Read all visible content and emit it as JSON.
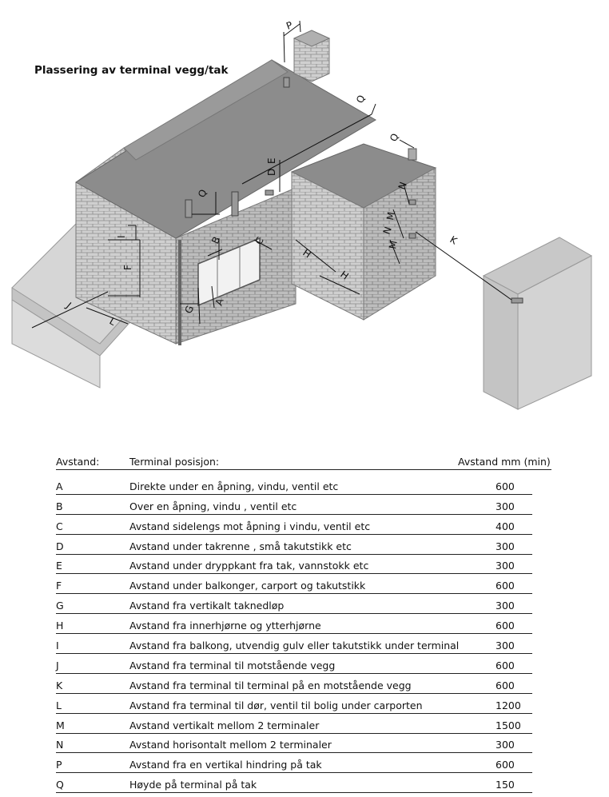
{
  "title": "Plassering av terminal vegg/tak",
  "labels": {
    "p": "P",
    "q1": "Q",
    "q2": "Q",
    "q3": "Q",
    "d": "D",
    "e": "E",
    "n1": "N",
    "n2": "N",
    "m1": "M",
    "m2": "M",
    "k": "K",
    "i": "I",
    "f": "F",
    "b": "B",
    "c": "C",
    "h1": "H",
    "h2": "H",
    "g": "G",
    "a": "A",
    "j": "J",
    "l": "L"
  },
  "table": {
    "headers": {
      "col1": "Avstand:",
      "col2": "Terminal posisjon:",
      "col3": "Avstand mm (min)"
    },
    "rows": [
      {
        "code": "A",
        "desc": "Direkte under en åpning, vindu, ventil etc",
        "mm": "600"
      },
      {
        "code": "B",
        "desc": "Over en åpning, vindu , ventil etc",
        "mm": "300"
      },
      {
        "code": "C",
        "desc": "Avstand sidelengs mot åpning i vindu, ventil etc",
        "mm": "400"
      },
      {
        "code": "D",
        "desc": "Avstand under takrenne , små takutstikk etc",
        "mm": "300"
      },
      {
        "code": "E",
        "desc": "Avstand under dryppkant fra tak, vannstokk etc",
        "mm": "300"
      },
      {
        "code": "F",
        "desc": "Avstand under balkonger, carport og takutstikk",
        "mm": "600"
      },
      {
        "code": "G",
        "desc": "Avstand fra vertikalt taknedløp",
        "mm": "300"
      },
      {
        "code": "H",
        "desc": "Avstand fra innerhjørne og ytterhjørne",
        "mm": "600"
      },
      {
        "code": "I",
        "desc": "Avstand fra balkong, utvendig gulv eller takutstikk under terminal",
        "mm": "300"
      },
      {
        "code": "J",
        "desc": "Avstand fra terminal til motstående vegg",
        "mm": "600"
      },
      {
        "code": "K",
        "desc": "Avstand fra terminal til terminal på en motstående vegg",
        "mm": "600"
      },
      {
        "code": "L",
        "desc": "Avstand fra terminal til dør, ventil til bolig under carporten",
        "mm": "1200"
      },
      {
        "code": "M",
        "desc": "Avstand  vertikalt mellom 2 terminaler",
        "mm": "1500"
      },
      {
        "code": "N",
        "desc": "Avstand horisontalt mellom 2 terminaler",
        "mm": "300"
      },
      {
        "code": "P",
        "desc": "Avstand fra en vertikal hindring på tak",
        "mm": "600"
      },
      {
        "code": "Q",
        "desc": "Høyde på terminal på tak",
        "mm": "150"
      }
    ]
  }
}
